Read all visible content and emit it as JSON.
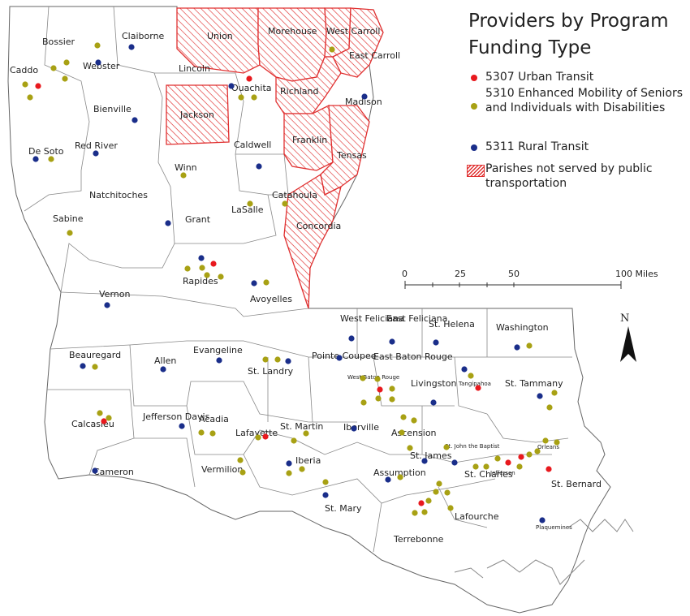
{
  "legend": {
    "title": "Providers by Program Funding Type",
    "items": [
      {
        "label": "5307 Urban Transit",
        "color": "#e8191e"
      },
      {
        "label": "5310 Enhanced Mobility of Seniors and Individuals with Disabilities",
        "color": "#a8a114"
      },
      {
        "label": "5311 Rural Transit",
        "color": "#1a2e8a"
      },
      {
        "label": "Parishes not served by public transportation",
        "color": "#e03030"
      }
    ]
  },
  "scale": {
    "ticks": [
      "0",
      "25",
      "50",
      "100 Miles"
    ]
  },
  "north_label": "N",
  "parishes": [
    "Caddo",
    "Bossier",
    "Claiborne",
    "Union",
    "Morehouse",
    "West Carroll",
    "East Carroll",
    "Webster",
    "Lincoln",
    "Ouachita",
    "Richland",
    "Madison",
    "Bienville",
    "Jackson",
    "De Soto",
    "Red River",
    "Caldwell",
    "Franklin",
    "Tensas",
    "Winn",
    "Natchitoches",
    "LaSalle",
    "Catahoula",
    "Sabine",
    "Grant",
    "Concordia",
    "Rapides",
    "Vernon",
    "Avoyelles",
    "West Feliciana",
    "East Feliciana",
    "St. Helena",
    "Washington",
    "Beauregard",
    "Allen",
    "Evangeline",
    "St. Landry",
    "Pointe Coupee",
    "East Baton Rouge",
    "West Baton Rouge",
    "Livingston",
    "Tangipahoa",
    "St. Tammany",
    "Calcasieu",
    "Jefferson Davis",
    "Acadia",
    "Lafayette",
    "St. Martin",
    "Iberville",
    "Ascension",
    "St. John the Baptist",
    "St. James",
    "Orleans",
    "Cameron",
    "Vermilion",
    "Iberia",
    "Assumption",
    "St. Charles",
    "Jefferson",
    "St. Bernard",
    "St. Mary",
    "Lafourche",
    "Terrebonne",
    "Plaquemines"
  ],
  "unserved_parishes": [
    "Union",
    "Morehouse",
    "West Carroll",
    "East Carroll",
    "Jackson",
    "Richland",
    "Franklin",
    "Tensas",
    "Concordia"
  ],
  "providers": {
    "urban_5307": [
      {
        "parish": "Caddo"
      },
      {
        "parish": "Ouachita"
      },
      {
        "parish": "Rapides"
      },
      {
        "parish": "East Baton Rouge"
      },
      {
        "parish": "Tangipahoa"
      },
      {
        "parish": "Lafayette"
      },
      {
        "parish": "Calcasieu"
      },
      {
        "parish": "Terrebonne"
      },
      {
        "parish": "Jefferson"
      },
      {
        "parish": "Orleans"
      },
      {
        "parish": "St. Bernard"
      }
    ],
    "enhanced_5310_count": 60,
    "rural_5311_count": 38
  }
}
